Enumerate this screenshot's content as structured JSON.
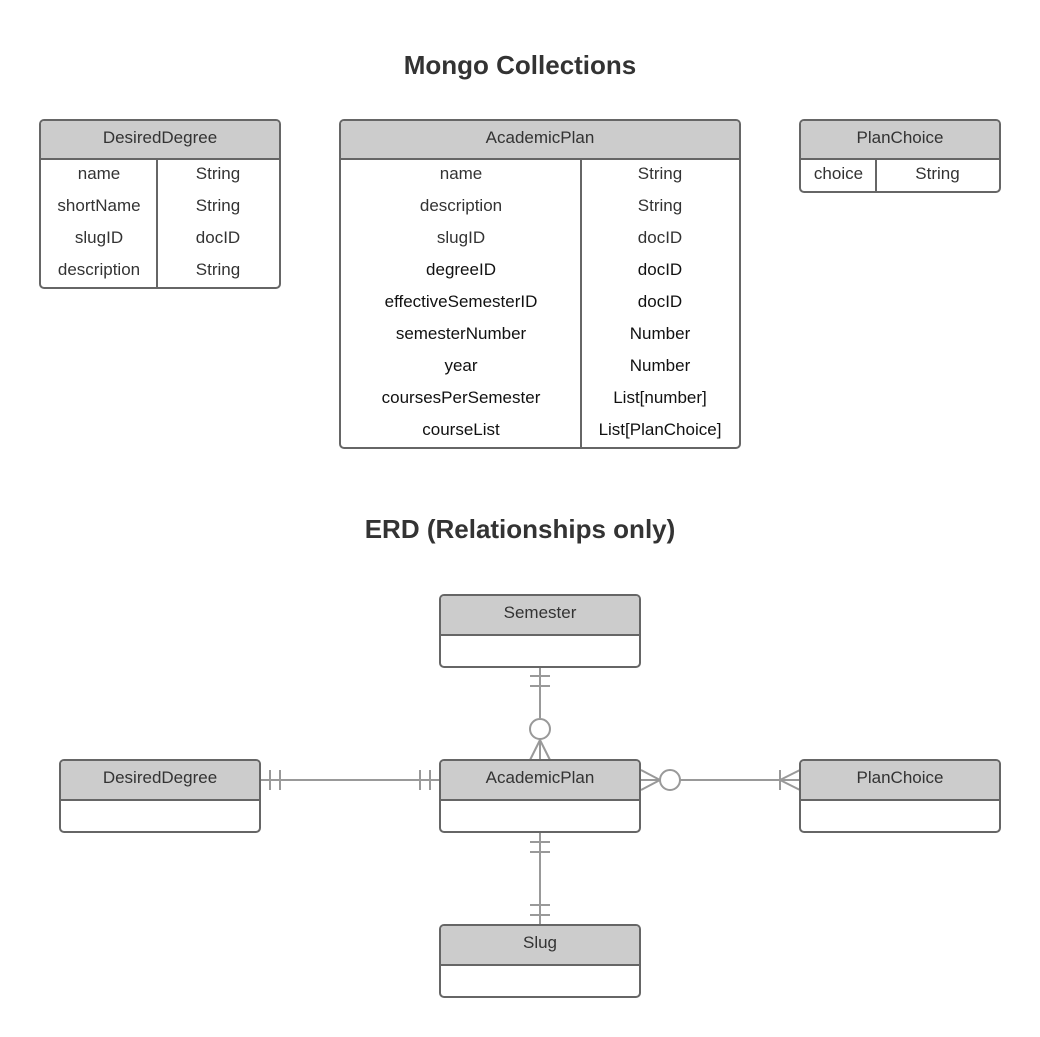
{
  "headings": {
    "collections": "Mongo Collections",
    "erd": "ERD (Relationships only)"
  },
  "collections": {
    "desired_degree": {
      "title": "DesiredDegree",
      "rows": [
        {
          "field": "name",
          "type": "String"
        },
        {
          "field": "shortName",
          "type": "String"
        },
        {
          "field": "slugID",
          "type": "docID"
        },
        {
          "field": "description",
          "type": "String"
        }
      ]
    },
    "academic_plan": {
      "title": "AcademicPlan",
      "rows": [
        {
          "field": "name",
          "type": "String"
        },
        {
          "field": "description",
          "type": "String"
        },
        {
          "field": "slugID",
          "type": "docID"
        },
        {
          "field": "degreeID",
          "type": "docID"
        },
        {
          "field": "effectiveSemesterID",
          "type": "docID"
        },
        {
          "field": "semesterNumber",
          "type": "Number"
        },
        {
          "field": "year",
          "type": "Number"
        },
        {
          "field": "coursesPerSemester",
          "type": "List[number]"
        },
        {
          "field": "courseList",
          "type": "List[PlanChoice]"
        }
      ]
    },
    "plan_choice": {
      "title": "PlanChoice",
      "rows": [
        {
          "field": "choice",
          "type": "String"
        }
      ]
    }
  },
  "erd": {
    "entities": {
      "semester": "Semester",
      "desired_degree": "DesiredDegree",
      "academic_plan": "AcademicPlan",
      "plan_choice": "PlanChoice",
      "slug": "Slug"
    },
    "relationships": [
      {
        "from": "Semester",
        "to": "AcademicPlan",
        "from_end": "one-and-only-one",
        "to_end": "zero-or-many"
      },
      {
        "from": "DesiredDegree",
        "to": "AcademicPlan",
        "from_end": "one-and-only-one",
        "to_end": "one-and-only-one"
      },
      {
        "from": "AcademicPlan",
        "to": "PlanChoice",
        "from_end": "zero-or-many",
        "to_end": "one-or-many"
      },
      {
        "from": "AcademicPlan",
        "to": "Slug",
        "from_end": "one-and-only-one",
        "to_end": "one-and-only-one"
      }
    ]
  },
  "colors": {
    "line": "#999999",
    "border": "#666666",
    "header_fill": "#cccccc",
    "text": "#333333"
  }
}
